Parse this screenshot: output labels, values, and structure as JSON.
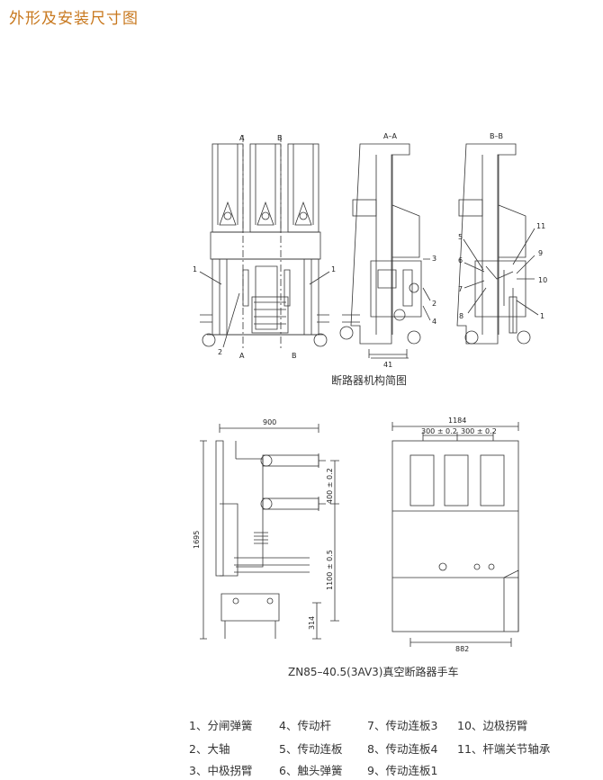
{
  "page_title": "外形及安装尺寸图",
  "top_figure": {
    "caption": "断路器机构简图",
    "section_labels": {
      "a": "A",
      "b": "B",
      "aa": "A–A",
      "bb": "B–B"
    },
    "dimension_41": "41",
    "callouts": [
      "1",
      "1",
      "2",
      "A",
      "B",
      "3",
      "2",
      "4",
      "5",
      "6",
      "7",
      "8",
      "11",
      "9",
      "10",
      "1"
    ]
  },
  "bottom_figure": {
    "caption": "ZN85–40.5(3AV3)真空断路器手车",
    "dims": {
      "d900": "900",
      "d1695": "1695",
      "d400": "400 ± 0.2",
      "d1100": "1100 ± 0.5",
      "d314": "314",
      "d1184": "1184",
      "d300a": "300 ± 0.2",
      "d300b": "300 ± 0.2",
      "d882": "882"
    }
  },
  "legend": [
    {
      "text": "1、分闸弹簧"
    },
    {
      "text": "4、传动杆"
    },
    {
      "text": "7、传动连板3"
    },
    {
      "text": "10、边极拐臂"
    },
    {
      "text": "2、大轴"
    },
    {
      "text": "5、传动连板"
    },
    {
      "text": "8、传动连板4"
    },
    {
      "text": "11、杆端关节轴承"
    },
    {
      "text": "3、中极拐臂"
    },
    {
      "text": "6、触头弹簧"
    },
    {
      "text": "9、传动连板1"
    }
  ]
}
